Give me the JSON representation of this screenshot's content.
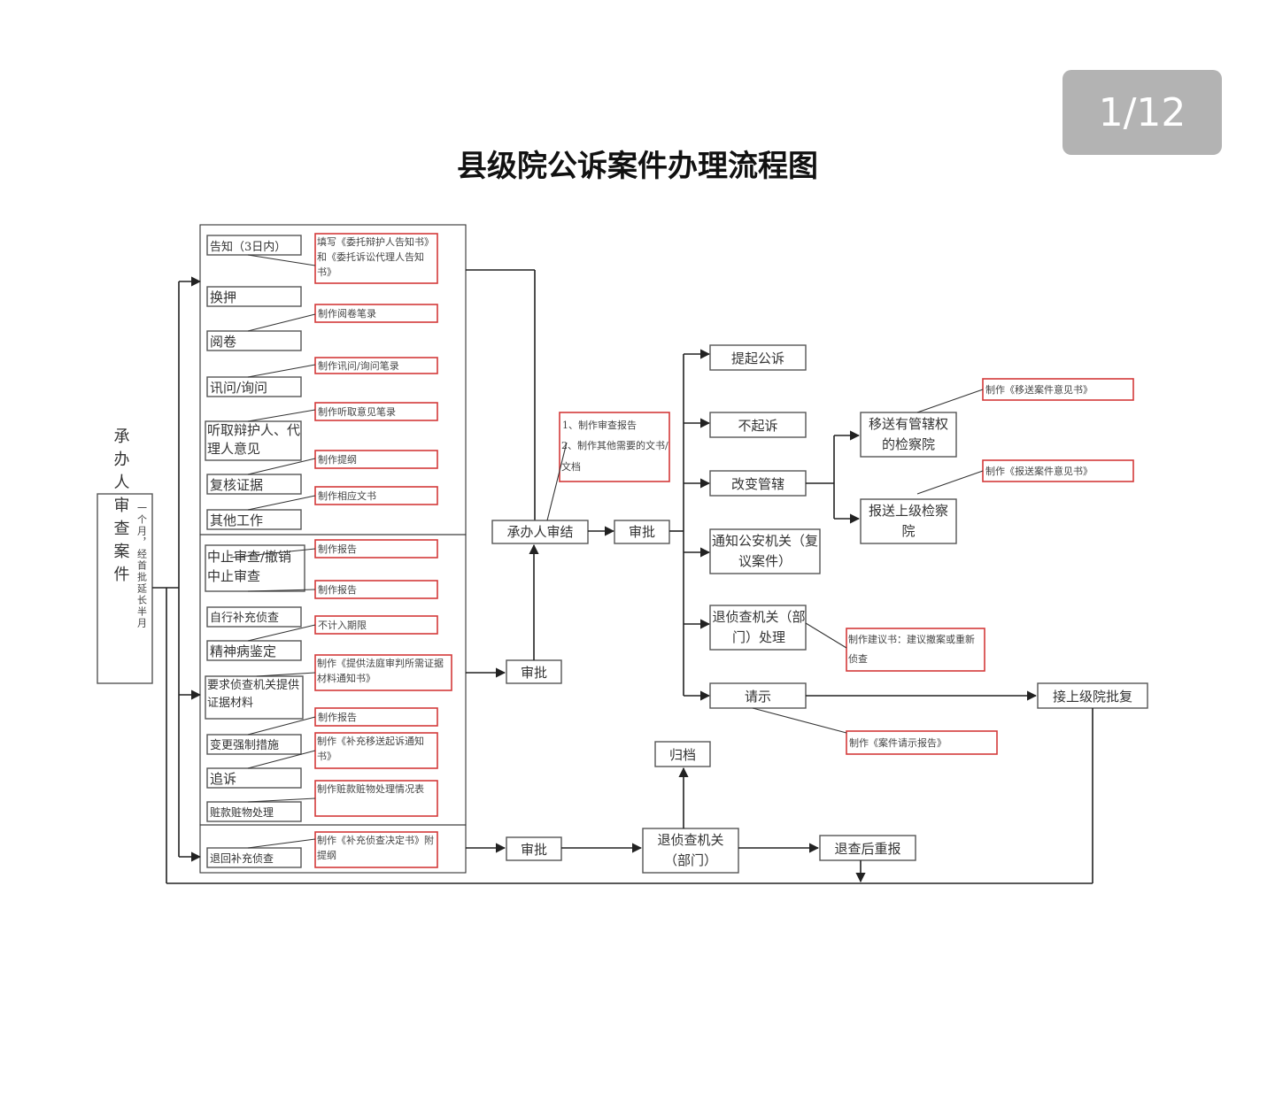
{
  "viewer": {
    "page_indicator": "1/12"
  },
  "diagram": {
    "title": "县级院公诉案件办理流程图",
    "start": {
      "label": "承办人审查案件",
      "note": "一个月，经首批延长半月"
    },
    "steps": {
      "notify": "告知（3日内）",
      "custody": "换押",
      "read_file": "阅卷",
      "interrogate": "讯问/询问",
      "hear_opinion": "听取辩护人、代理人意见",
      "verify_evidence": "复核证据",
      "other_work": "其他工作",
      "suspend_review": "中止审查/撤销中止审查",
      "self_investigate": "自行补充侦查",
      "mental_exam": "精神病鉴定",
      "request_evidence": "要求侦查机关提供证据材料",
      "change_measures": "变更强制措施",
      "add_charge": "追诉",
      "stolen_goods": "赃款赃物处理",
      "return_investigation": "退回补充侦查"
    },
    "notes": {
      "notify": "填写《委托辩护人告知书》和《委托诉讼代理人告知书》",
      "read_file": "制作阅卷笔录",
      "interrogate": "制作讯问/询问笔录",
      "hear_opinion": "制作听取意见笔录",
      "summary": "制作提纲",
      "documents": "制作相应文书",
      "report_1": "制作报告",
      "report_2": "制作报告",
      "not_counted": "不计入期限",
      "court_request": "制作《提供法庭审判所需证据材料通知书》",
      "report_3": "制作报告",
      "supplement_transfer": "制作《补充移送起诉通知书》",
      "goods_table": "制作赃款赃物处理情况表",
      "supplement_decision": "制作《补充侦查决定书》附提纲",
      "review_report": "1、制作审查报告",
      "other_docs": "2、制作其他需要的文书/文档",
      "transfer_opinion": "制作《移送案件意见书》",
      "submit_opinion": "制作《报送案件意见书》",
      "suggestion": "制作建议书：建议撤案或重新侦查",
      "request_report": "制作《案件请示报告》"
    },
    "flow": {
      "conclude": "承办人审结",
      "approve": "审批",
      "approve_2": "审批",
      "approve_3": "审批",
      "prosecute": "提起公诉",
      "no_prosecute": "不起诉",
      "change_jurisdiction": "改变管辖",
      "notify_police": "通知公安机关（复议案件）",
      "return_agency": "退侦查机关（部门）处理",
      "request_instruction": "请示",
      "transfer_jurisdiction": "移送有管辖权的检察院",
      "submit_superior": "报送上级检察院",
      "superior_reply": "接上级院批复",
      "archive": "归档",
      "return_agency_dept": "退侦查机关（部门）",
      "resubmit": "退查后重报"
    }
  },
  "colors": {
    "note_border": "#d43a3a",
    "box_border": "#555555",
    "badge_bg": "#b3b3b3"
  }
}
